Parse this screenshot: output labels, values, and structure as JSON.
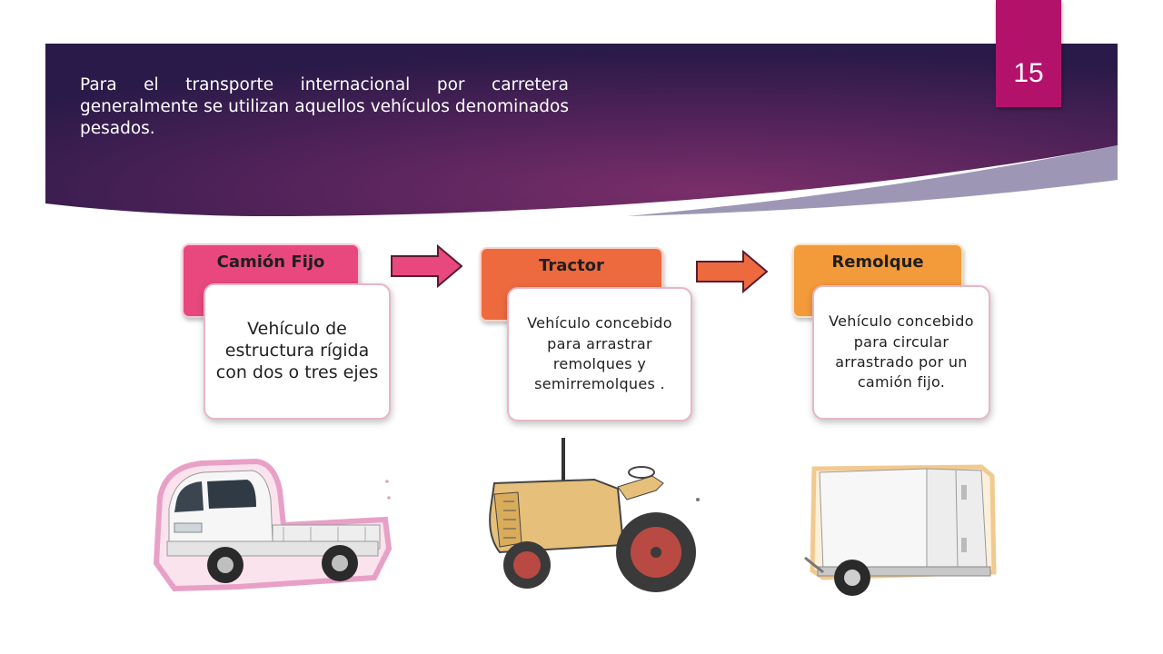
{
  "slide": {
    "number": "15",
    "intro_text": "Para el transporte internacional por carretera generalmente se utilizan aquellos vehículos denominados pesados."
  },
  "process": [
    {
      "title": "Camión Fijo",
      "description": "Vehículo de estructura rígida con dos o tres ejes",
      "color": "#e8487e"
    },
    {
      "title": "Tractor",
      "description": "Vehículo concebido para arrastrar remolques y semirremolques .",
      "color": "#ed6a3f"
    },
    {
      "title": "Remolque",
      "description": "Vehículo concebido para circular arrastrado por un camión fijo.",
      "color": "#f39a3a"
    }
  ],
  "images": {
    "truck": "white-pickup-truck-picture",
    "tractor": "vintage-tractor-drawing",
    "trailer": "box-trailer-picture"
  },
  "colors": {
    "banner_dark": "#2e1c4f",
    "banner_mid": "#6b2c62",
    "page_number_bg": "#b3126b"
  }
}
